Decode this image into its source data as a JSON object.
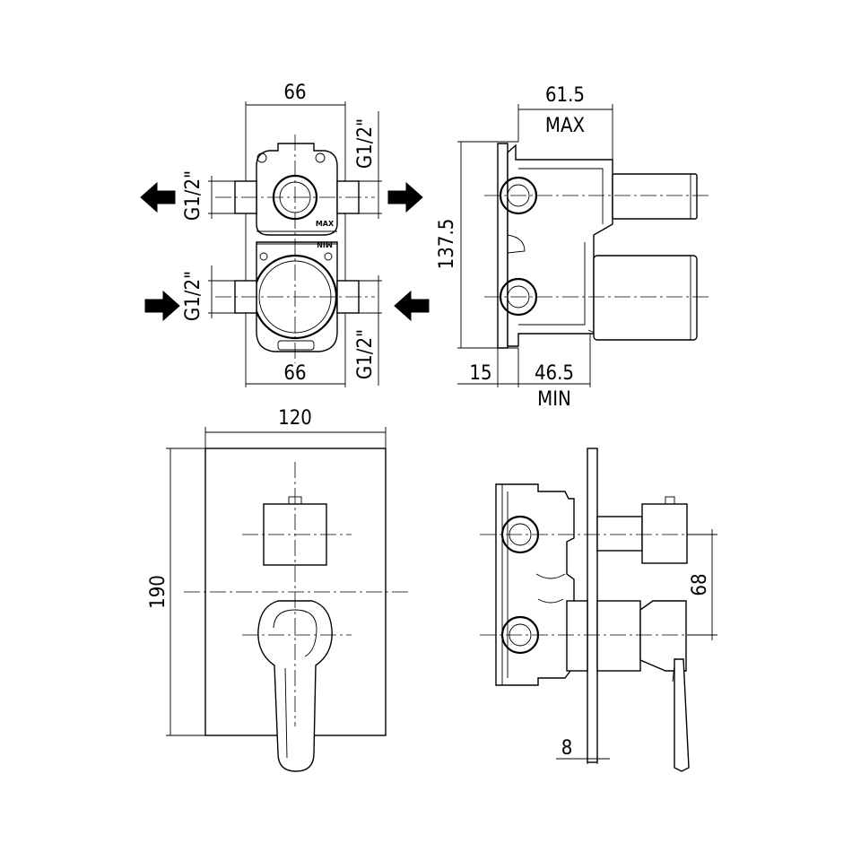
{
  "views": {
    "valve_front": {
      "dims": {
        "top_width": "66",
        "bottom_width": "66",
        "pipe_top_right": "G1/2\"",
        "pipe_bottom_right": "G1/2\"",
        "pipe_top_left": "G1/2\"",
        "pipe_bottom_left": "G1/2\""
      },
      "labels": {
        "max_mark": "MAX",
        "min_mark": "MIN"
      }
    },
    "valve_side": {
      "dims": {
        "depth_max_value": "61.5",
        "depth_max_label": "MAX",
        "height": "137.5",
        "wall_offset": "15",
        "depth_min_value": "46.5",
        "depth_min_label": "MIN"
      }
    },
    "plate_front": {
      "dims": {
        "width": "120",
        "height": "190"
      }
    },
    "assembly_side": {
      "dims": {
        "axis_spacing": "68",
        "plate_thickness": "8"
      }
    }
  }
}
